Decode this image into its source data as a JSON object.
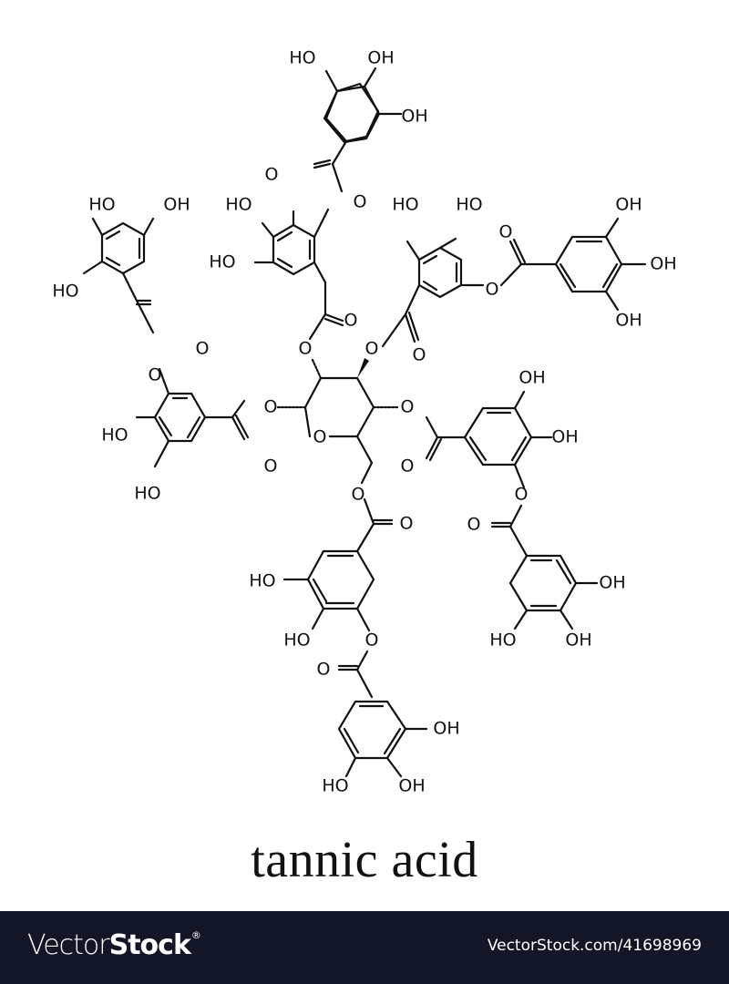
{
  "diagram": {
    "type": "chemical-structure",
    "title": "tannic acid",
    "labels": {
      "hydroxyl_left": "HO",
      "hydroxyl_right": "OH",
      "oxygen": "O"
    },
    "colors": {
      "ink": "#111111",
      "background": "#ffffff",
      "footer_bg": "#131627",
      "footer_text": "#ffffff"
    }
  },
  "footer": {
    "brand_light": "Vector",
    "brand_bold": "Stock",
    "brand_mark": "®",
    "reference": "VectorStock.com/41698969"
  }
}
